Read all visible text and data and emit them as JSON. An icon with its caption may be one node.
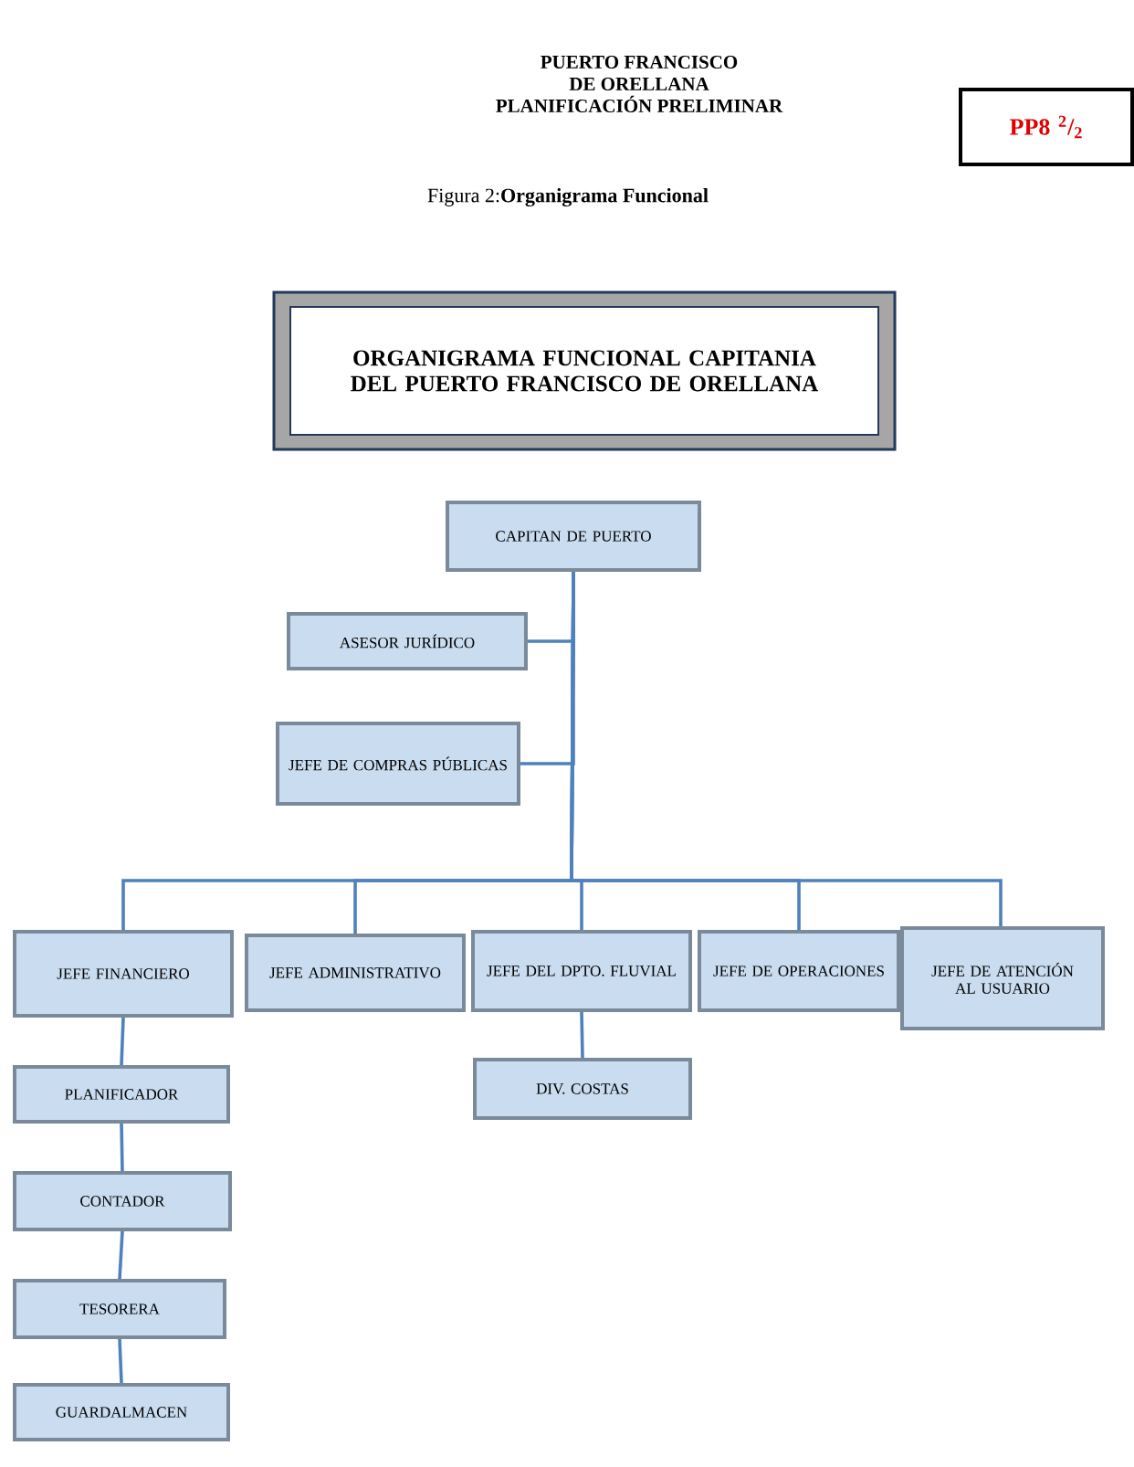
{
  "diagram": {
    "title": "Figura 2:**Organigrama Funcional**",
    "nodes": [
      {
        "text": [
          "PP8 $^{2}$/$_{2}$"
        ]
      },
      {
        "text": [
          "ORGANIGRAMA FUNCIONAL CAPITANIA DEL PUERTO FRANCISCO DE ORELLANA"
        ]
      },
      {
        "text": [
          "CAPITAN DE PUERTO"
        ]
      },
      {
        "text": [
          "ASESOR JURÍDICO"
        ]
      },
      {
        "text": [
          "JEFE DE COMPRAS PÚBLICAS"
        ]
      },
      {
        "text": [
          "JEFE FINANCIERO"
        ]
      },
      {
        "text": [
          "JEFE ADMINISTRATIVO"
        ]
      },
      {
        "text": [
          "JEFE DEL DPTO. FLUVIAL"
        ]
      },
      {
        "text": [
          "JEFE DE OPERACIONES"
        ]
      },
      {
        "text": [
          "JEFE DE ATENCIÓN AL USUARIO"
        ]
      },
      {
        "text": [
          "PLANIFICADOR"
        ]
      },
      {
        "text": [
          "DIV. COSTAS"
        ]
      },
      {
        "text": [
          "CONTADOR"
        ]
      },
      {
        "text": [
          "TESORERA"
        ]
      },
      {
        "text": [
          "GUARDALMACEN"
        ]
      }
    ],
    "edges": [
      {
        "from": 2,
        "to": 3,
        "arrow": "none"
      },
      {
        "from": 2,
        "to": 4,
        "arrow": "none"
      },
      {
        "from": 2,
        "to": 5,
        "arrow": "none"
      },
      {
        "from": 2,
        "to": 6,
        "arrow": "none"
      },
      {
        "from": 2,
        "to": 7,
        "arrow": "none"
      },
      {
        "from": 2,
        "to": 8,
        "arrow": "none"
      },
      {
        "from": 2,
        "to": 9,
        "arrow": "none"
      },
      {
        "from": 5,
        "to": 10,
        "arrow": "none"
      },
      {
        "from": 7,
        "to": 11,
        "arrow": "none"
      },
      {
        "from": 10,
        "to": 12,
        "arrow": "none"
      },
      {
        "from": 12,
        "to": 13,
        "arrow": "none"
      },
      {
        "from": 13,
        "to": 14,
        "arrow": "none"
      }
    ],
    "labels": [
      "PUERTO FRANCISCO",
      "DE ORELLANA",
      "PLANIFICACIÓN PRELIMINAR"
    ]
  }
}
